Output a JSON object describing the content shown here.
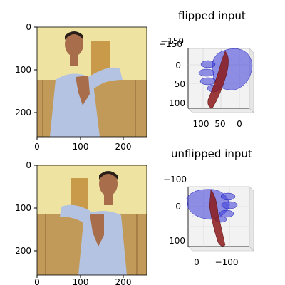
{
  "panels": {
    "top_left": {
      "y_ticks": [
        "0",
        "100",
        "200"
      ],
      "x_ticks": [
        "0",
        "100",
        "200"
      ]
    },
    "top_right": {
      "title": "flipped input",
      "z_overlap_labels": [
        "−150",
        "−150"
      ],
      "y_ticks": [
        "0",
        "50",
        "100"
      ],
      "x_ticks": [
        "100",
        "50",
        "0"
      ]
    },
    "bottom_left": {
      "y_ticks": [
        "0",
        "100",
        "200"
      ],
      "x_ticks": [
        "0",
        "100",
        "200"
      ]
    },
    "bottom_right": {
      "title": "unflipped input",
      "z_top_label": "−100",
      "y_ticks": [
        "0",
        "100"
      ],
      "x_ticks": [
        "0",
        "−100"
      ]
    }
  },
  "colors": {
    "mesh": "#2b2bd6",
    "arm": "#8b1a1a",
    "wall": "#e8d77a",
    "panel": "#b07a3a",
    "shirt": "#a9b9dd"
  }
}
